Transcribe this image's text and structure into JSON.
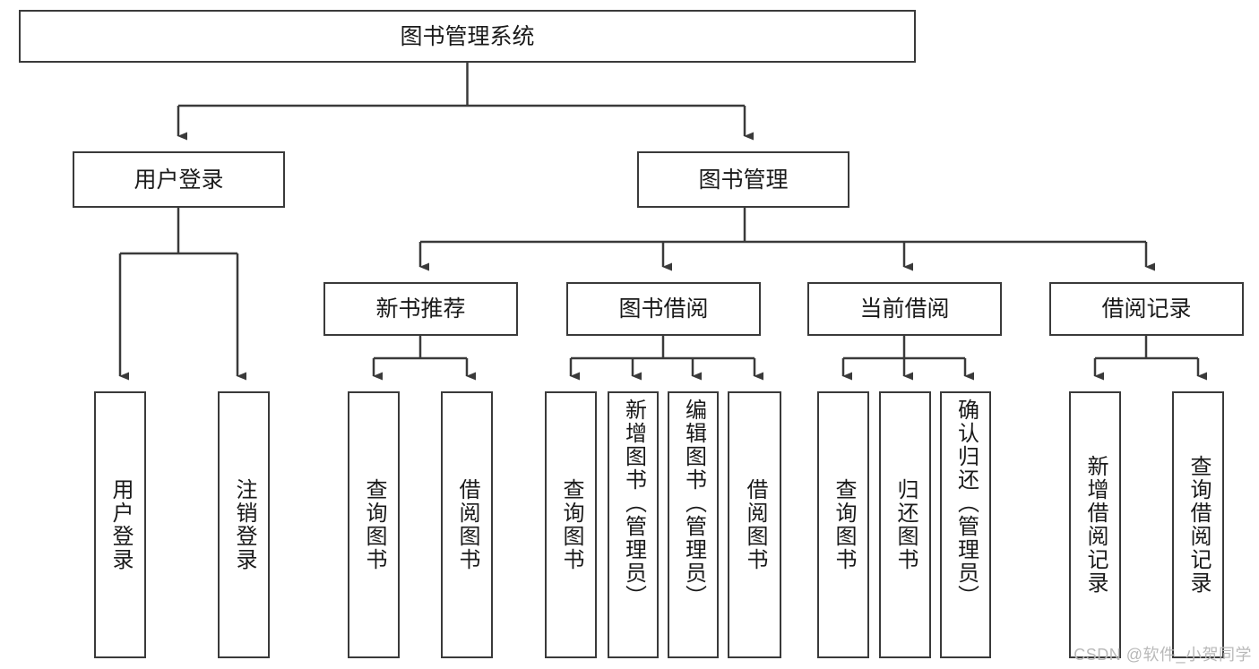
{
  "diagram": {
    "title": "图书管理系统",
    "root": {
      "id": "root",
      "label": "图书管理系统"
    },
    "level2": [
      {
        "id": "user-login",
        "label": "用户登录"
      },
      {
        "id": "book-manage",
        "label": "图书管理"
      }
    ],
    "level3": [
      {
        "id": "new-book-rec",
        "label": "新书推荐"
      },
      {
        "id": "book-borrow",
        "label": "图书借阅"
      },
      {
        "id": "current-borrow",
        "label": "当前借阅"
      },
      {
        "id": "borrow-record",
        "label": "借阅记录"
      }
    ],
    "leaves": {
      "user_login": [
        {
          "id": "leaf-user-login",
          "label": "用户登录"
        },
        {
          "id": "leaf-logout",
          "label": "注销登录"
        }
      ],
      "new_book_rec": [
        {
          "id": "leaf-query-book-1",
          "label": "查询图书"
        },
        {
          "id": "leaf-borrow-book-1",
          "label": "借阅图书"
        }
      ],
      "book_borrow": [
        {
          "id": "leaf-query-book-2",
          "label": "查询图书"
        },
        {
          "id": "leaf-add-book",
          "label": "新增图书（管理员）"
        },
        {
          "id": "leaf-edit-book",
          "label": "编辑图书（管理员）"
        },
        {
          "id": "leaf-borrow-book-2",
          "label": "借阅图书"
        }
      ],
      "current_borrow": [
        {
          "id": "leaf-query-book-3",
          "label": "查询图书"
        },
        {
          "id": "leaf-return-book",
          "label": "归还图书"
        },
        {
          "id": "leaf-confirm-return",
          "label": "确认归还（管理员）"
        }
      ],
      "borrow_record": [
        {
          "id": "leaf-add-record",
          "label": "新增借阅记录"
        },
        {
          "id": "leaf-query-record",
          "label": "查询借阅记录"
        }
      ]
    }
  },
  "watermark": {
    "text": "CSDN @软件_小贺同学"
  },
  "colors": {
    "stroke": "#3a3a3a",
    "text": "#1a1a1a",
    "background": "#ffffff",
    "watermark": "#b9b9b9"
  }
}
